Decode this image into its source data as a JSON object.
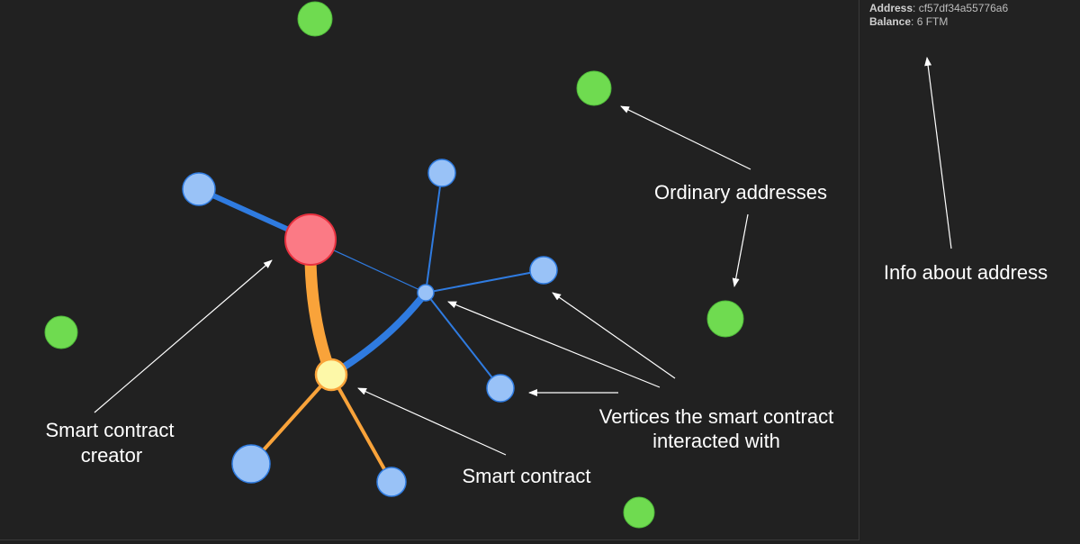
{
  "info_panel": {
    "address_label": "Address",
    "address_value": "cf57df34a55776a6",
    "balance_label": "Balance",
    "balance_value": "6 FTM"
  },
  "annotations": {
    "ordinary": "Ordinary addresses",
    "info": "Info about address",
    "creator_line1": "Smart contract",
    "creator_line2": "creator",
    "contract": "Smart contract",
    "vertices_line1": "Vertices the smart contract",
    "vertices_line2": "interacted with"
  },
  "colors": {
    "background": "#212121",
    "ordinary_node": "#6fdb50",
    "neighbor_node": "#99c2f7",
    "creator_node": "#fb7a85",
    "contract_node": "#fdf8a8",
    "blue_edge": "#2f7be0",
    "orange_edge": "#f9a33a"
  }
}
